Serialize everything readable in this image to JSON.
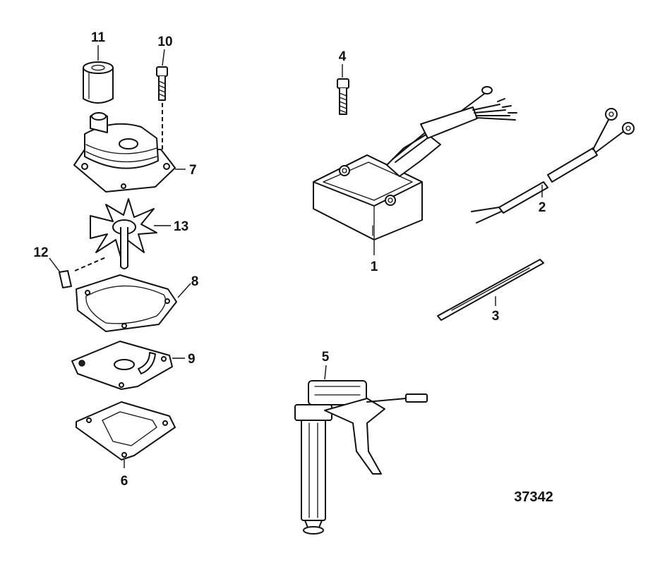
{
  "labels": {
    "l1": "1",
    "l2": "2",
    "l3": "3",
    "l4": "4",
    "l5": "5",
    "l6": "6",
    "l7": "7",
    "l8": "8",
    "l9": "9",
    "l10": "10",
    "l11": "11",
    "l12": "12",
    "l13": "13"
  },
  "figure_number": "37342"
}
